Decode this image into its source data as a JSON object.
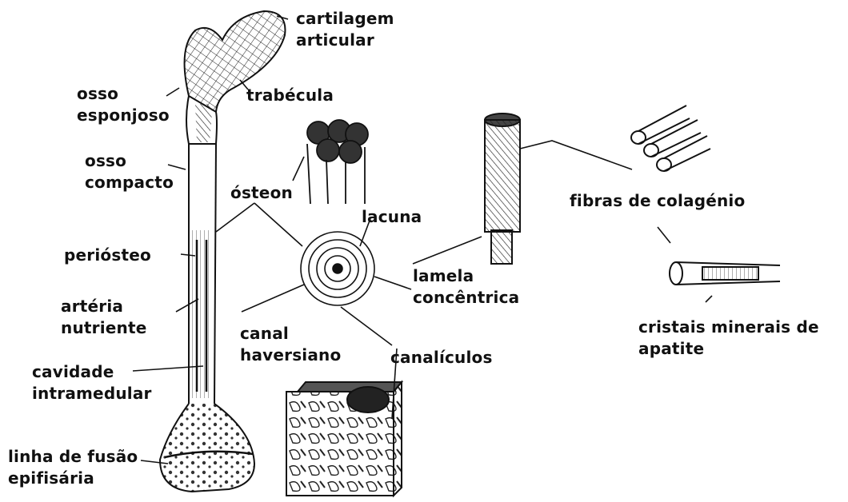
{
  "labels": {
    "cartilagem_articular": [
      "cartilagem",
      "articular"
    ],
    "trabecula": "trabécula",
    "osso_esponjoso": [
      "osso",
      "esponjoso"
    ],
    "osso_compacto": [
      "osso",
      "compacto"
    ],
    "osteon": "ósteon",
    "lacuna": "lacuna",
    "periosteo": "periósteo",
    "arteria_nutriente": [
      "artéria",
      "nutriente"
    ],
    "cavidade_intramedular": [
      "cavidade",
      "intramedular"
    ],
    "linha_fusao": [
      "linha de fusão",
      "epifisária"
    ],
    "canal_haversiano": [
      "canal",
      "haversiano"
    ],
    "canaliculos": "canalículos",
    "lamela_concentrica": [
      "lamela",
      "concêntrica"
    ],
    "fibras_colagenio": "fibras de colagénio",
    "cristais": [
      "cristais minerais de",
      "apatite"
    ]
  },
  "colors": {
    "ink": "#111111",
    "paper": "#ffffff"
  }
}
